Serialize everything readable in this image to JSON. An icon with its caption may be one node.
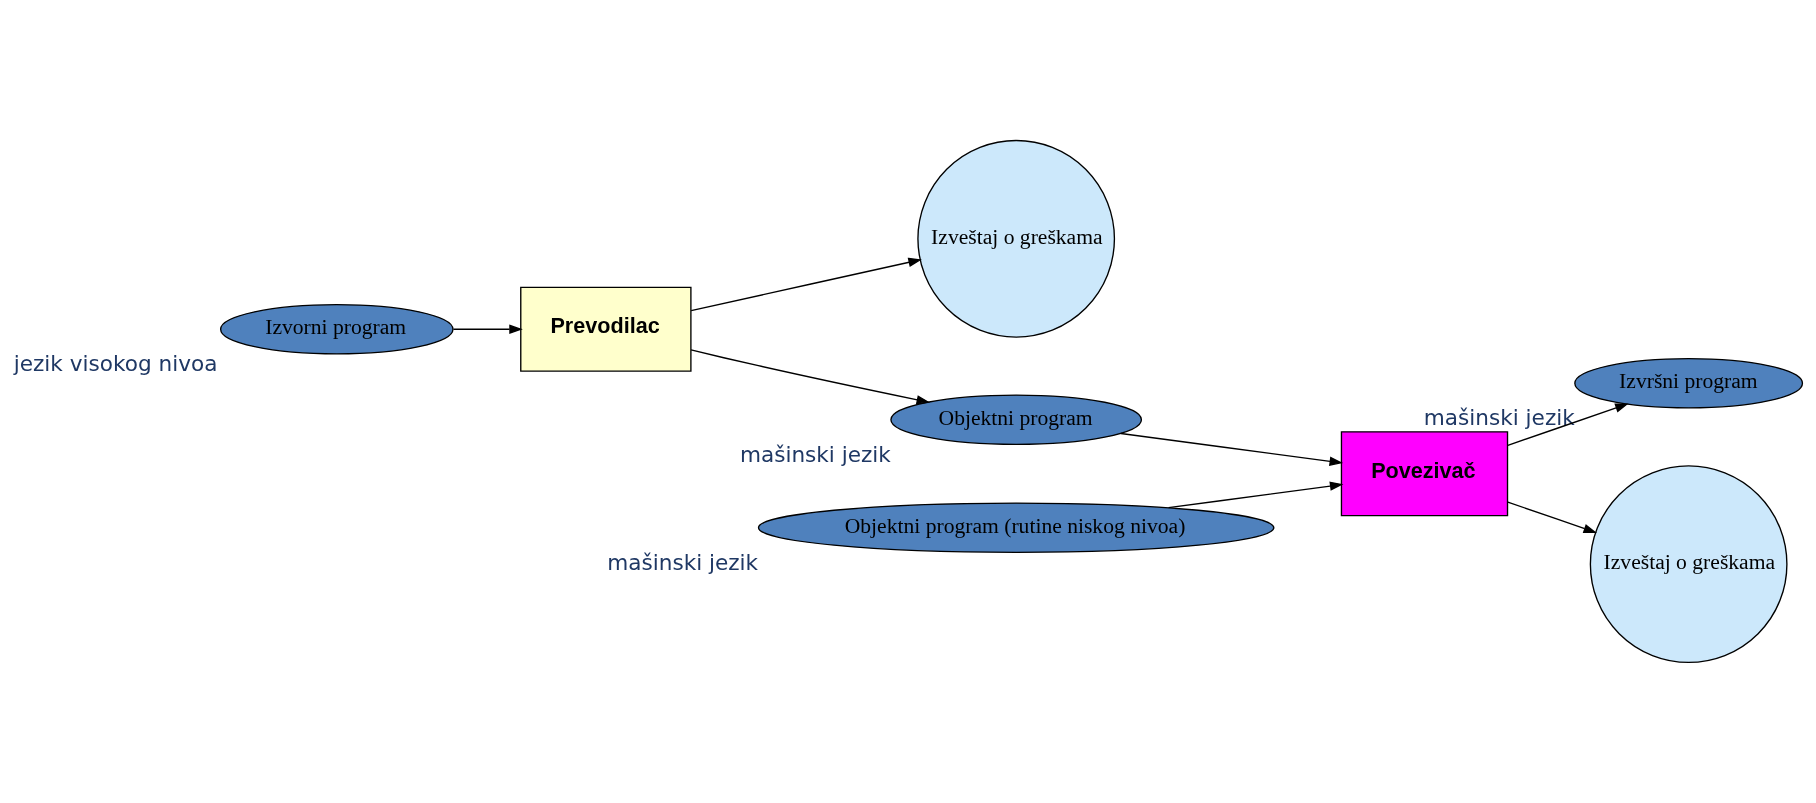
{
  "diagram": {
    "nodes": [
      {
        "text": [
          "Izvorni program"
        ],
        "beside": [
          "jezik visokog nivoa"
        ]
      },
      {
        "text": [
          "Prevodilac"
        ]
      },
      {
        "text": [
          "Izveštaj o greškama"
        ]
      },
      {
        "text": [
          "Objektni program (rutine niskog nivoa)"
        ],
        "beside": [
          "mašinski jezik"
        ]
      },
      {
        "text": [
          "Objektni program"
        ],
        "beside": [
          "mašinski jezik"
        ]
      },
      {
        "text": [
          "Povezivač"
        ]
      },
      {
        "text": [
          "Izvršni program"
        ],
        "beside": [
          "mašinski jezik"
        ]
      },
      {
        "text": [
          "Izveštaj o greškama"
        ]
      }
    ],
    "edges": [
      {
        "from": 0,
        "to": 1,
        "arrow": "to"
      },
      {
        "from": 1,
        "to": 4,
        "arrow": "to"
      },
      {
        "from": 1,
        "to": 2,
        "arrow": "to"
      },
      {
        "from": 3,
        "to": 5,
        "arrow": "to"
      },
      {
        "from": 4,
        "to": 5,
        "arrow": "to"
      },
      {
        "from": 5,
        "to": 6,
        "arrow": "to"
      },
      {
        "from": 5,
        "to": 7,
        "arrow": "to"
      }
    ]
  }
}
